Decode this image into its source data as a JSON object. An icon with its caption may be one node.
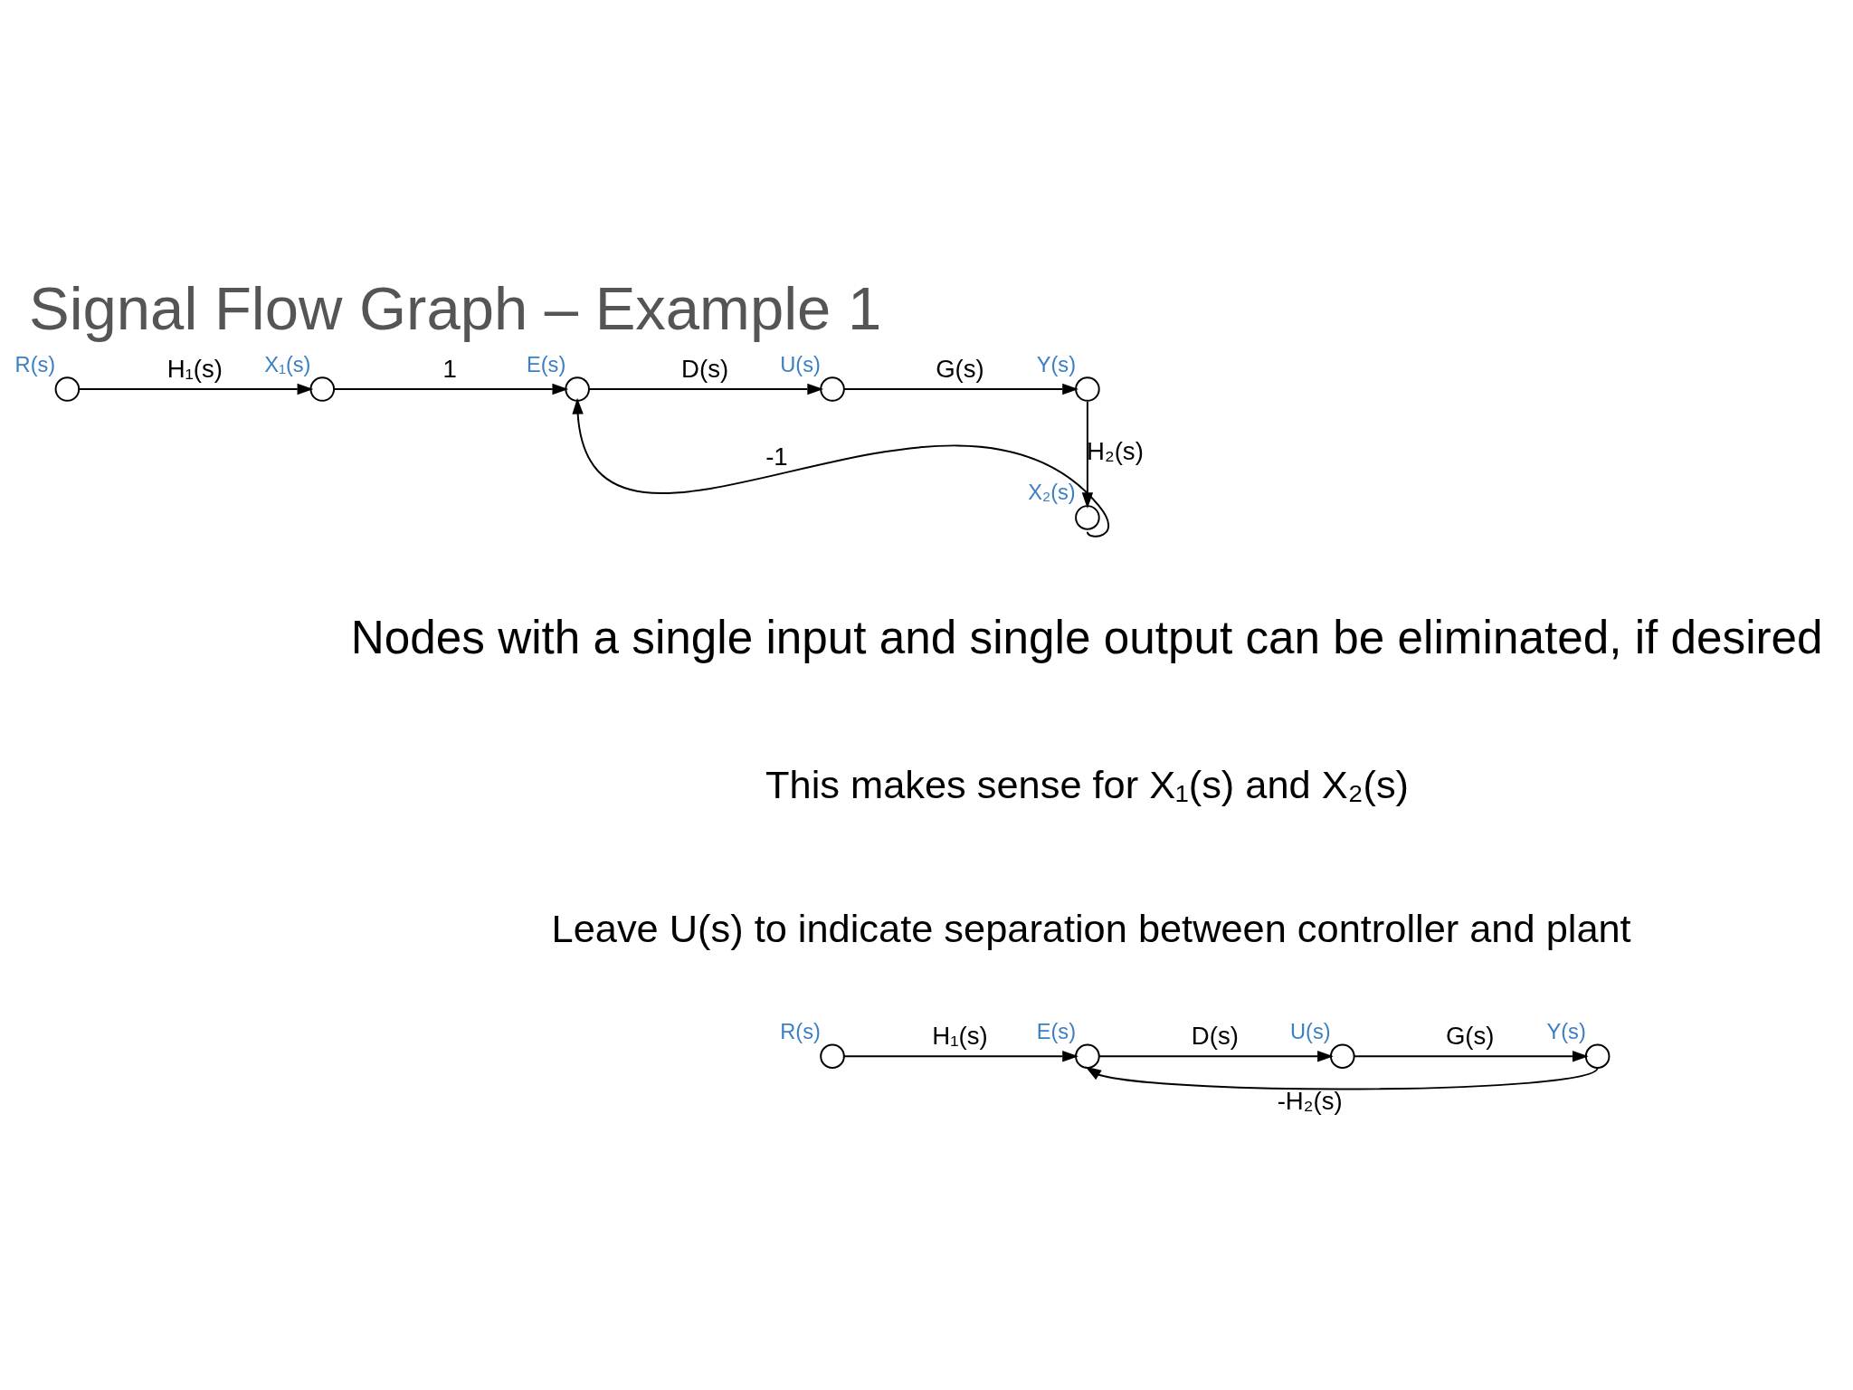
{
  "diagram": {
    "title": "Signal Flow Graph – Example 1",
    "nodes": [
      {
        "text": [],
        "shape": "circle",
        "beside": [
          "R(s)"
        ]
      },
      {
        "text": [],
        "shape": "circle",
        "beside": [
          "X₁(s)"
        ]
      },
      {
        "text": [],
        "shape": "circle",
        "beside": [
          "E(s)"
        ]
      },
      {
        "text": [],
        "shape": "circle",
        "beside": [
          "U(s)"
        ]
      },
      {
        "text": [],
        "shape": "circle",
        "beside": [
          "Y(s)"
        ]
      },
      {
        "text": [],
        "shape": "circle",
        "beside": [
          "X₂(s)"
        ]
      },
      {
        "text": [],
        "shape": "circle",
        "beside": [
          "R(s)"
        ]
      },
      {
        "text": [],
        "shape": "circle",
        "beside": [
          "E(s)"
        ]
      },
      {
        "text": [],
        "shape": "circle",
        "beside": [
          "U(s)"
        ]
      },
      {
        "text": [],
        "shape": "circle",
        "beside": [
          "Y(s)"
        ]
      }
    ],
    "edges": [
      {
        "from": 0,
        "to": 1,
        "arrow": "to",
        "label": "H₁(s)"
      },
      {
        "from": 1,
        "to": 2,
        "arrow": "to",
        "label": "1"
      },
      {
        "from": 2,
        "to": 3,
        "arrow": "to",
        "label": "D(s)"
      },
      {
        "from": 3,
        "to": 4,
        "arrow": "to",
        "label": "G(s)"
      },
      {
        "from": 4,
        "to": 5,
        "arrow": "to",
        "label": "H₂(s)"
      },
      {
        "from": 5,
        "to": 2,
        "arrow": "to",
        "label": "-1"
      },
      {
        "from": 6,
        "to": 7,
        "arrow": "to",
        "label": "H₁(s)"
      },
      {
        "from": 7,
        "to": 8,
        "arrow": "to",
        "label": "D(s)"
      },
      {
        "from": 8,
        "to": 9,
        "arrow": "to",
        "label": "G(s)"
      },
      {
        "from": 9,
        "to": 7,
        "arrow": "to",
        "label": "-H₂(s)"
      }
    ],
    "labels": [
      "Nodes with a single input and single output can be eliminated, if desired",
      "This makes sense for X₁(s) and X₂(s)",
      "Leave U(s) to indicate separation between controller and plant"
    ]
  }
}
